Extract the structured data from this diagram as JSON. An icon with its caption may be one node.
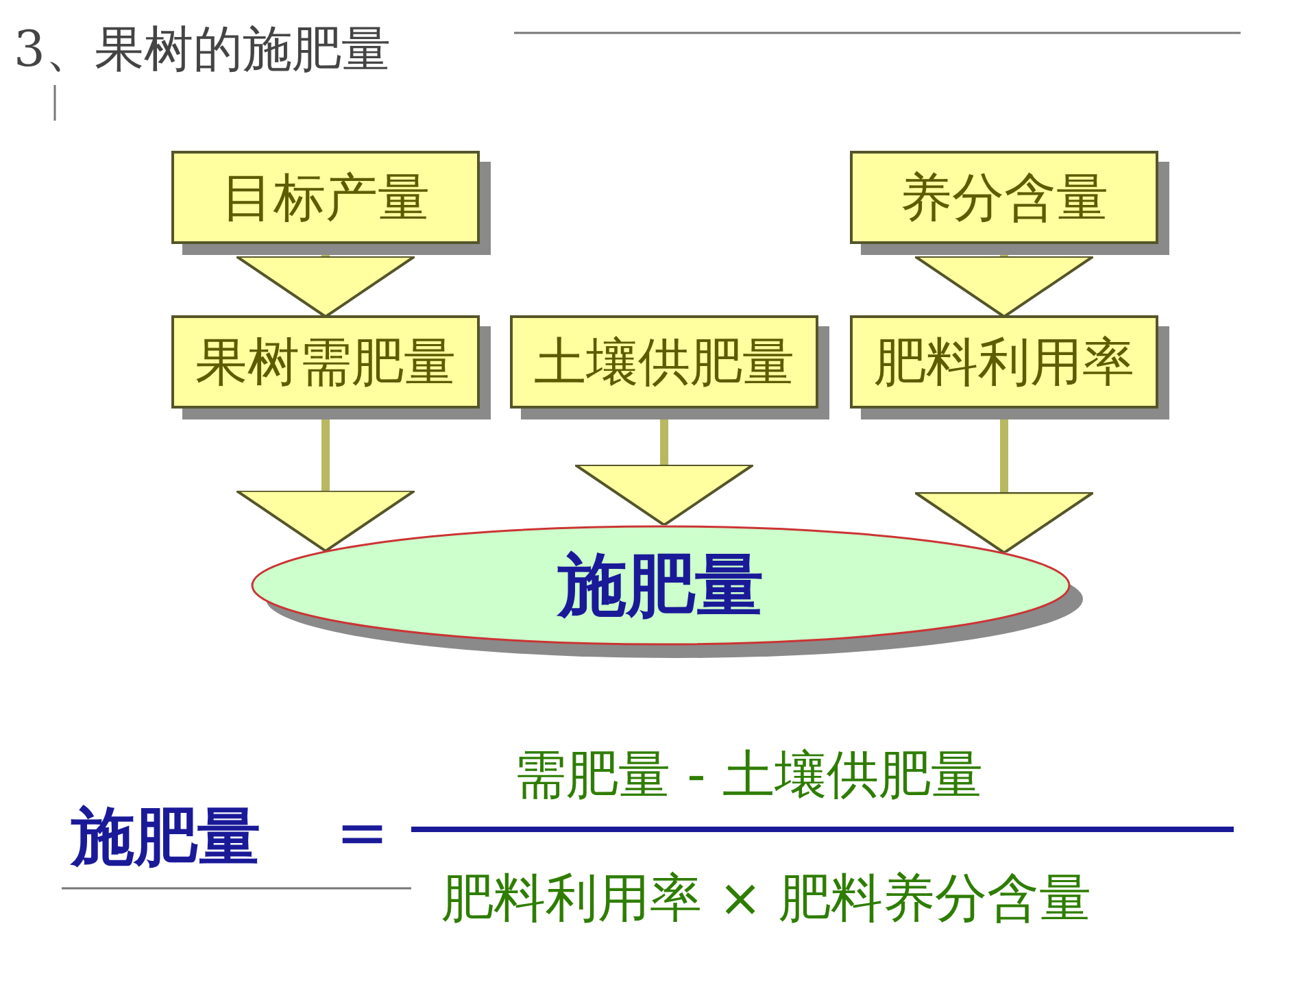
{
  "diagram": {
    "title": "3、果树的施肥量",
    "nodes": [
      {
        "text": [
          "目标产量"
        ]
      },
      {
        "text": [
          "养分含量"
        ]
      },
      {
        "text": [
          "果树需肥量"
        ]
      },
      {
        "text": [
          "土壤供肥量"
        ]
      },
      {
        "text": [
          "肥料利用率"
        ]
      },
      {
        "text": [
          "施肥量"
        ]
      }
    ],
    "edges": [
      {
        "from": 0,
        "to": 2,
        "arrow": "to"
      },
      {
        "from": 1,
        "to": 4,
        "arrow": "to"
      },
      {
        "from": 2,
        "to": 5,
        "arrow": "to"
      },
      {
        "from": 3,
        "to": 5,
        "arrow": "to"
      },
      {
        "from": 4,
        "to": 5,
        "arrow": "to"
      }
    ],
    "labels": [
      "施肥量",
      "=",
      "需肥量 - 土壤供肥量",
      "肥料利用率 × 肥料养分含量"
    ]
  }
}
